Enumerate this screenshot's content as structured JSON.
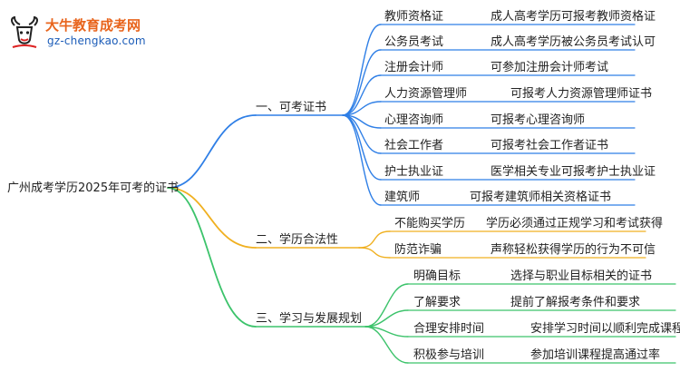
{
  "logo": {
    "title": "大牛教育成考网",
    "url": "gz-chengkao.com",
    "icon": "bull-head-logo-icon"
  },
  "root": {
    "label": "广州成考学历2025年可考的证书"
  },
  "colors": {
    "blue": "#2f7fe6",
    "orange": "#f0b020",
    "green": "#3cc36b"
  },
  "branches": [
    {
      "label": "一、可考证书",
      "color": "#2f7fe6",
      "children": [
        {
          "label": "教师资格证",
          "note": "成人高考学历可报考教师资格证"
        },
        {
          "label": "公务员考试",
          "note": "成人高考学历被公务员考试认可"
        },
        {
          "label": "注册会计师",
          "note": "可参加注册会计师考试"
        },
        {
          "label": "人力资源管理师",
          "note": "可报考人力资源管理师证书"
        },
        {
          "label": "心理咨询师",
          "note": "可报考心理咨询师"
        },
        {
          "label": "社会工作者",
          "note": "可报考社会工作者证书"
        },
        {
          "label": "护士执业证",
          "note": "医学相关专业可报考护士执业证"
        },
        {
          "label": "建筑师",
          "note": "可报考建筑师相关资格证书"
        }
      ]
    },
    {
      "label": "二、学历合法性",
      "color": "#f0b020",
      "children": [
        {
          "label": "不能购买学历",
          "note": "学历必须通过正规学习和考试获得"
        },
        {
          "label": "防范诈骗",
          "note": "声称轻松获得学历的行为不可信"
        }
      ]
    },
    {
      "label": "三、学习与发展规划",
      "color": "#3cc36b",
      "children": [
        {
          "label": "明确目标",
          "note": "选择与职业目标相关的证书"
        },
        {
          "label": "了解要求",
          "note": "提前了解报考条件和要求"
        },
        {
          "label": "合理安排时间",
          "note": "安排学习时间以顺利完成课程"
        },
        {
          "label": "积极参与培训",
          "note": "参加培训课程提高通过率"
        }
      ]
    }
  ]
}
